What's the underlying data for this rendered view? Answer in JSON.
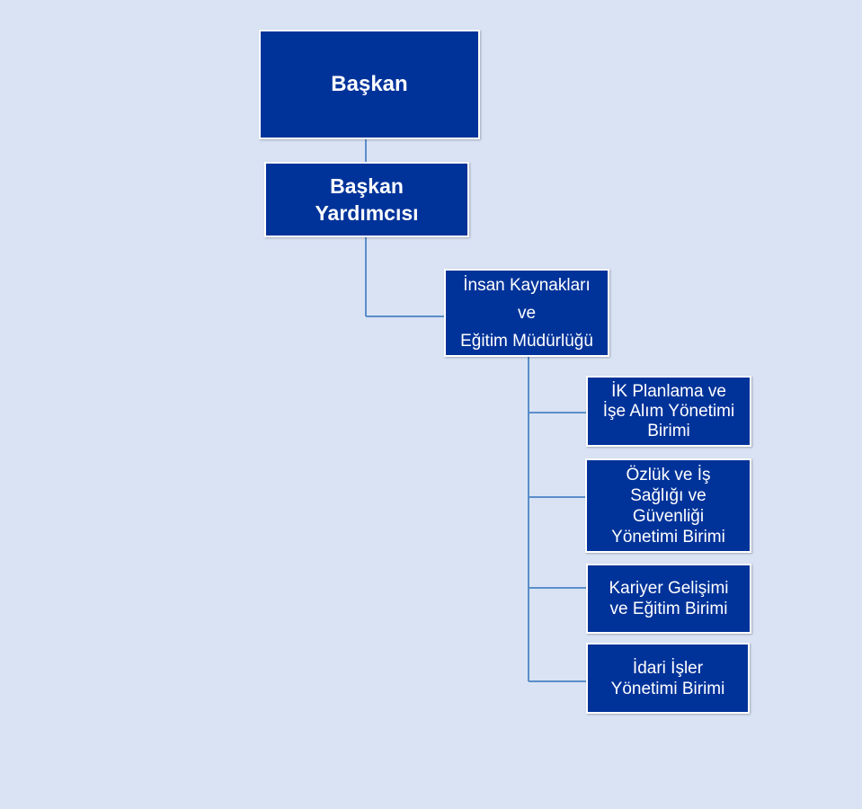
{
  "org_chart": {
    "nodes": {
      "baskan": "Başkan",
      "baskan_yardimcisi": "Başkan\nYardımcısı",
      "ik_mudurlugu": "İnsan Kaynakları\nve\nEğitim Müdürlüğü",
      "ik_planlama": "İK Planlama ve\nİşe Alım Yönetimi\nBirimi",
      "ozluk": "Özlük ve İş\nSağlığı ve\nGüvenliği\nYönetimi Birimi",
      "kariyer": "Kariyer Gelişimi\nve Eğitim Birimi",
      "idari": "İdari İşler\nYönetimi Birimi"
    },
    "colors": {
      "background": "#d9e3f4",
      "box_fill": "#00339a",
      "box_border": "#ffffff",
      "connector": "#5b8ec9",
      "text": "#ffffff"
    }
  }
}
